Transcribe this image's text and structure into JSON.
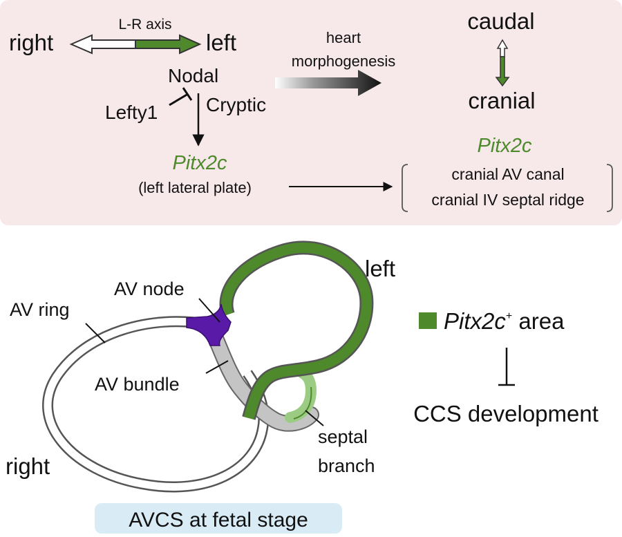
{
  "top": {
    "right": "right",
    "left": "left",
    "lr_axis": "L-R axis",
    "nodal": "Nodal",
    "lefty1": "Lefty1",
    "cryptic": "Cryptic",
    "pitx2c": "Pitx2c",
    "left_lateral_plate": "(left lateral plate)",
    "heart": "heart",
    "morphogenesis": "morphogenesis",
    "caudal": "caudal",
    "cranial": "cranial",
    "pitx2c_right": "Pitx2c",
    "cranial_av_canal": "cranial AV canal",
    "cranial_iv_ridge": "cranial IV septal ridge"
  },
  "bottom": {
    "left": "left",
    "right": "right",
    "av_node": "AV node",
    "av_ring": "AV ring",
    "av_bundle": "AV bundle",
    "septal": "septal",
    "branch": "branch",
    "legend_pitx2c": "Pitx2c",
    "legend_sup": "+",
    "legend_area": " area",
    "ccs_development": "CCS development",
    "caption": "AVCS at fetal stage"
  },
  "colors": {
    "panel_bg": "#f7e8ea",
    "green": "#4e8a2c",
    "light_green": "#9ccc84",
    "purple": "#5a1aa8",
    "gray": "#c4c4c4",
    "caption_bg": "#d9ecf6"
  }
}
